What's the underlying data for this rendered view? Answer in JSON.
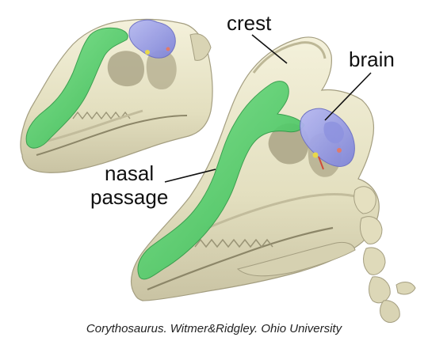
{
  "labels": {
    "crest": "crest",
    "brain": "brain",
    "nasal_line1": "nasal",
    "nasal_line2": "passage"
  },
  "credit": "Corythosaurus. Witmer&Ridgley. Ohio University",
  "colors": {
    "bone": "#e9e5c6",
    "bone_shadow": "#b8b293",
    "bone_dark": "#8c8668",
    "nasal_passage": "#4fd06a",
    "brain": "#9a9ee8",
    "background": "#ffffff"
  }
}
